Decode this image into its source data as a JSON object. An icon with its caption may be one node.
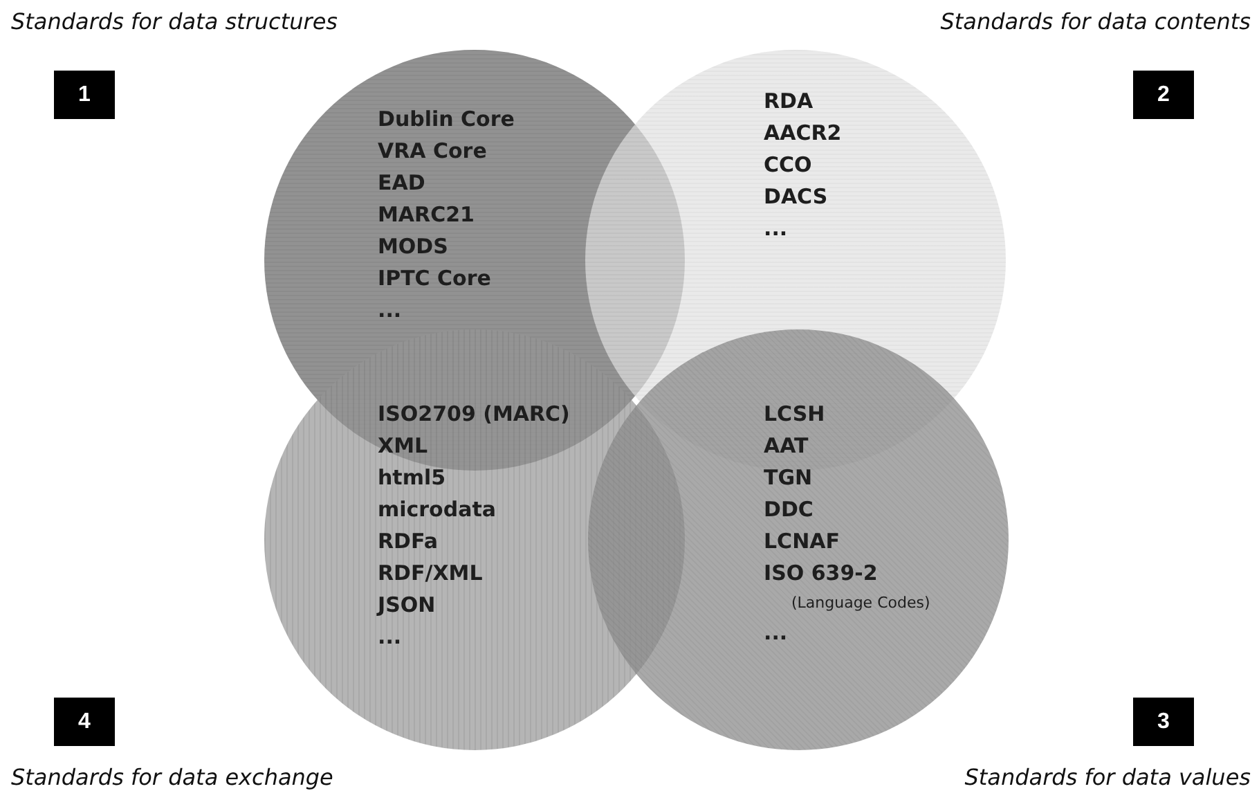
{
  "diagram": {
    "nodes": [
      {
        "text": [
          "Dublin Core",
          "VRA Core",
          "EAD",
          "MARC21",
          "MODS",
          "IPTC Core",
          "..."
        ],
        "beside": [
          "1",
          "Standards for data structures"
        ]
      },
      {
        "text": [
          "RDA",
          "AACR2",
          "CCO",
          "DACS",
          "..."
        ],
        "beside": [
          "2",
          "Standards for data contents"
        ]
      },
      {
        "text": [
          "ISO2709 (MARC)",
          "XML",
          "html5",
          "microdata",
          "RDFa",
          "RDF/XML",
          "JSON",
          "..."
        ],
        "beside": [
          "4",
          "Standards for data exchange"
        ]
      },
      {
        "text": [
          "LCSH",
          "AAT",
          "TGN",
          "DDC",
          "LCNAF",
          "ISO 639-2",
          "(Language Codes)",
          "..."
        ],
        "beside": [
          "3",
          "Standards for data values"
        ]
      }
    ]
  }
}
